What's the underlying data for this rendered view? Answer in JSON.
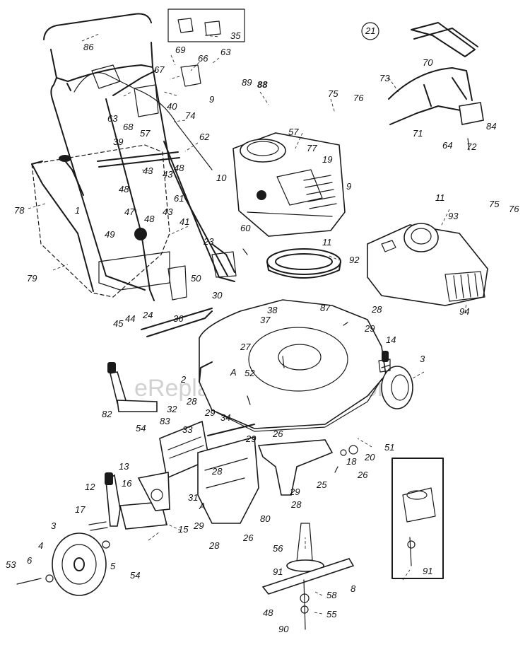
{
  "watermark": "eReplacementParts.com",
  "parts": [
    {
      "key": "p86",
      "text": "86"
    },
    {
      "key": "p35",
      "text": "35"
    },
    {
      "key": "p69",
      "text": "69"
    },
    {
      "key": "p66",
      "text": "66"
    },
    {
      "key": "p63a",
      "text": "63"
    },
    {
      "key": "p67",
      "text": "67"
    },
    {
      "key": "p40",
      "text": "40"
    },
    {
      "key": "p9a",
      "text": "9"
    },
    {
      "key": "p63b",
      "text": "63"
    },
    {
      "key": "p68",
      "text": "68"
    },
    {
      "key": "p57a",
      "text": "57"
    },
    {
      "key": "p74",
      "text": "74"
    },
    {
      "key": "p62",
      "text": "62"
    },
    {
      "key": "p39",
      "text": "39"
    },
    {
      "key": "p43a",
      "text": "43"
    },
    {
      "key": "p43b",
      "text": "43"
    },
    {
      "key": "p48a",
      "text": "48"
    },
    {
      "key": "p48b",
      "text": "48"
    },
    {
      "key": "p61",
      "text": "61"
    },
    {
      "key": "p10",
      "text": "10"
    },
    {
      "key": "p78",
      "text": "78"
    },
    {
      "key": "p1",
      "text": "1"
    },
    {
      "key": "p47",
      "text": "47"
    },
    {
      "key": "p48c",
      "text": "48"
    },
    {
      "key": "p43c",
      "text": "43"
    },
    {
      "key": "p41",
      "text": "41"
    },
    {
      "key": "p49",
      "text": "49"
    },
    {
      "key": "p23",
      "text": "23"
    },
    {
      "key": "p79",
      "text": "79"
    },
    {
      "key": "p50",
      "text": "50"
    },
    {
      "key": "p30",
      "text": "30"
    },
    {
      "key": "p24",
      "text": "24"
    },
    {
      "key": "p44",
      "text": "44"
    },
    {
      "key": "p36",
      "text": "36"
    },
    {
      "key": "p45",
      "text": "45"
    },
    {
      "key": "p89",
      "text": "89"
    },
    {
      "key": "p88",
      "text": "88"
    },
    {
      "key": "p57b",
      "text": "57"
    },
    {
      "key": "p75a",
      "text": "75"
    },
    {
      "key": "p76a",
      "text": "76"
    },
    {
      "key": "p77",
      "text": "77"
    },
    {
      "key": "p19",
      "text": "19"
    },
    {
      "key": "p9b",
      "text": "9"
    },
    {
      "key": "p60",
      "text": "60"
    },
    {
      "key": "p11a",
      "text": "11"
    },
    {
      "key": "p92",
      "text": "92"
    },
    {
      "key": "p21",
      "text": "21"
    },
    {
      "key": "p70",
      "text": "70"
    },
    {
      "key": "p73",
      "text": "73"
    },
    {
      "key": "p84",
      "text": "84"
    },
    {
      "key": "p71",
      "text": "71"
    },
    {
      "key": "p64",
      "text": "64"
    },
    {
      "key": "p72",
      "text": "72"
    },
    {
      "key": "p11b",
      "text": "11"
    },
    {
      "key": "p93",
      "text": "93"
    },
    {
      "key": "p75b",
      "text": "75"
    },
    {
      "key": "p76b",
      "text": "76"
    },
    {
      "key": "p94",
      "text": "94"
    },
    {
      "key": "p38",
      "text": "38"
    },
    {
      "key": "p37",
      "text": "37"
    },
    {
      "key": "p87",
      "text": "87"
    },
    {
      "key": "p28a",
      "text": "28"
    },
    {
      "key": "p29a",
      "text": "29"
    },
    {
      "key": "p14",
      "text": "14"
    },
    {
      "key": "p3a",
      "text": "3"
    },
    {
      "key": "p27",
      "text": "27"
    },
    {
      "key": "p2",
      "text": "2"
    },
    {
      "key": "pA1",
      "text": "A"
    },
    {
      "key": "p52",
      "text": "52"
    },
    {
      "key": "p28b",
      "text": "28"
    },
    {
      "key": "p29b",
      "text": "29"
    },
    {
      "key": "p82",
      "text": "82"
    },
    {
      "key": "p32",
      "text": "32"
    },
    {
      "key": "p83",
      "text": "83"
    },
    {
      "key": "p54a",
      "text": "54"
    },
    {
      "key": "p34",
      "text": "34"
    },
    {
      "key": "p33",
      "text": "33"
    },
    {
      "key": "p26a",
      "text": "26"
    },
    {
      "key": "p29c",
      "text": "29"
    },
    {
      "key": "p51",
      "text": "51"
    },
    {
      "key": "p18",
      "text": "18"
    },
    {
      "key": "p20",
      "text": "20"
    },
    {
      "key": "p26b",
      "text": "26"
    },
    {
      "key": "p13",
      "text": "13"
    },
    {
      "key": "p16",
      "text": "16"
    },
    {
      "key": "p28c",
      "text": "28"
    },
    {
      "key": "p25",
      "text": "25"
    },
    {
      "key": "p12",
      "text": "12"
    },
    {
      "key": "p31",
      "text": "31"
    },
    {
      "key": "pA2",
      "text": "A"
    },
    {
      "key": "p29d",
      "text": "29"
    },
    {
      "key": "p28d",
      "text": "28"
    },
    {
      "key": "p80",
      "text": "80"
    },
    {
      "key": "p17",
      "text": "17"
    },
    {
      "key": "p15",
      "text": "15"
    },
    {
      "key": "p29e",
      "text": "29"
    },
    {
      "key": "p26c",
      "text": "26"
    },
    {
      "key": "p28e",
      "text": "28"
    },
    {
      "key": "p3b",
      "text": "3"
    },
    {
      "key": "p4",
      "text": "4"
    },
    {
      "key": "p5",
      "text": "5"
    },
    {
      "key": "p54b",
      "text": "54"
    },
    {
      "key": "p6",
      "text": "6"
    },
    {
      "key": "p53",
      "text": "53"
    },
    {
      "key": "p56",
      "text": "56"
    },
    {
      "key": "p91a",
      "text": "91"
    },
    {
      "key": "p8",
      "text": "8"
    },
    {
      "key": "p58",
      "text": "58"
    },
    {
      "key": "p48d",
      "text": "48"
    },
    {
      "key": "p55",
      "text": "55"
    },
    {
      "key": "p90",
      "text": "90"
    },
    {
      "key": "p91b",
      "text": "91"
    }
  ]
}
